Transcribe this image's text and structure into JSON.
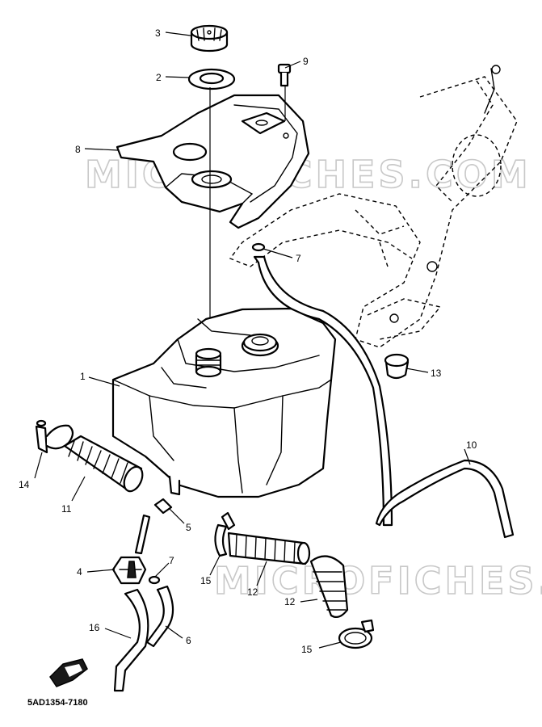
{
  "diagram": {
    "watermark_top": "MICROFICHES.COM",
    "watermark_bottom": "MICROFICHES.NET",
    "drawing_code": "5AD1354-7180",
    "callouts": [
      {
        "id": "c1",
        "label": "1"
      },
      {
        "id": "c2",
        "label": "2"
      },
      {
        "id": "c3",
        "label": "3"
      },
      {
        "id": "c4",
        "label": "4"
      },
      {
        "id": "c5",
        "label": "5"
      },
      {
        "id": "c6",
        "label": "6"
      },
      {
        "id": "c7a",
        "label": "7"
      },
      {
        "id": "c7b",
        "label": "7"
      },
      {
        "id": "c8",
        "label": "8"
      },
      {
        "id": "c9",
        "label": "9"
      },
      {
        "id": "c10",
        "label": "10"
      },
      {
        "id": "c11",
        "label": "11"
      },
      {
        "id": "c12a",
        "label": "12"
      },
      {
        "id": "c12b",
        "label": "12"
      },
      {
        "id": "c13",
        "label": "13"
      },
      {
        "id": "c14",
        "label": "14"
      },
      {
        "id": "c15a",
        "label": "15"
      },
      {
        "id": "c15b",
        "label": "15"
      },
      {
        "id": "c16",
        "label": "16"
      }
    ]
  }
}
